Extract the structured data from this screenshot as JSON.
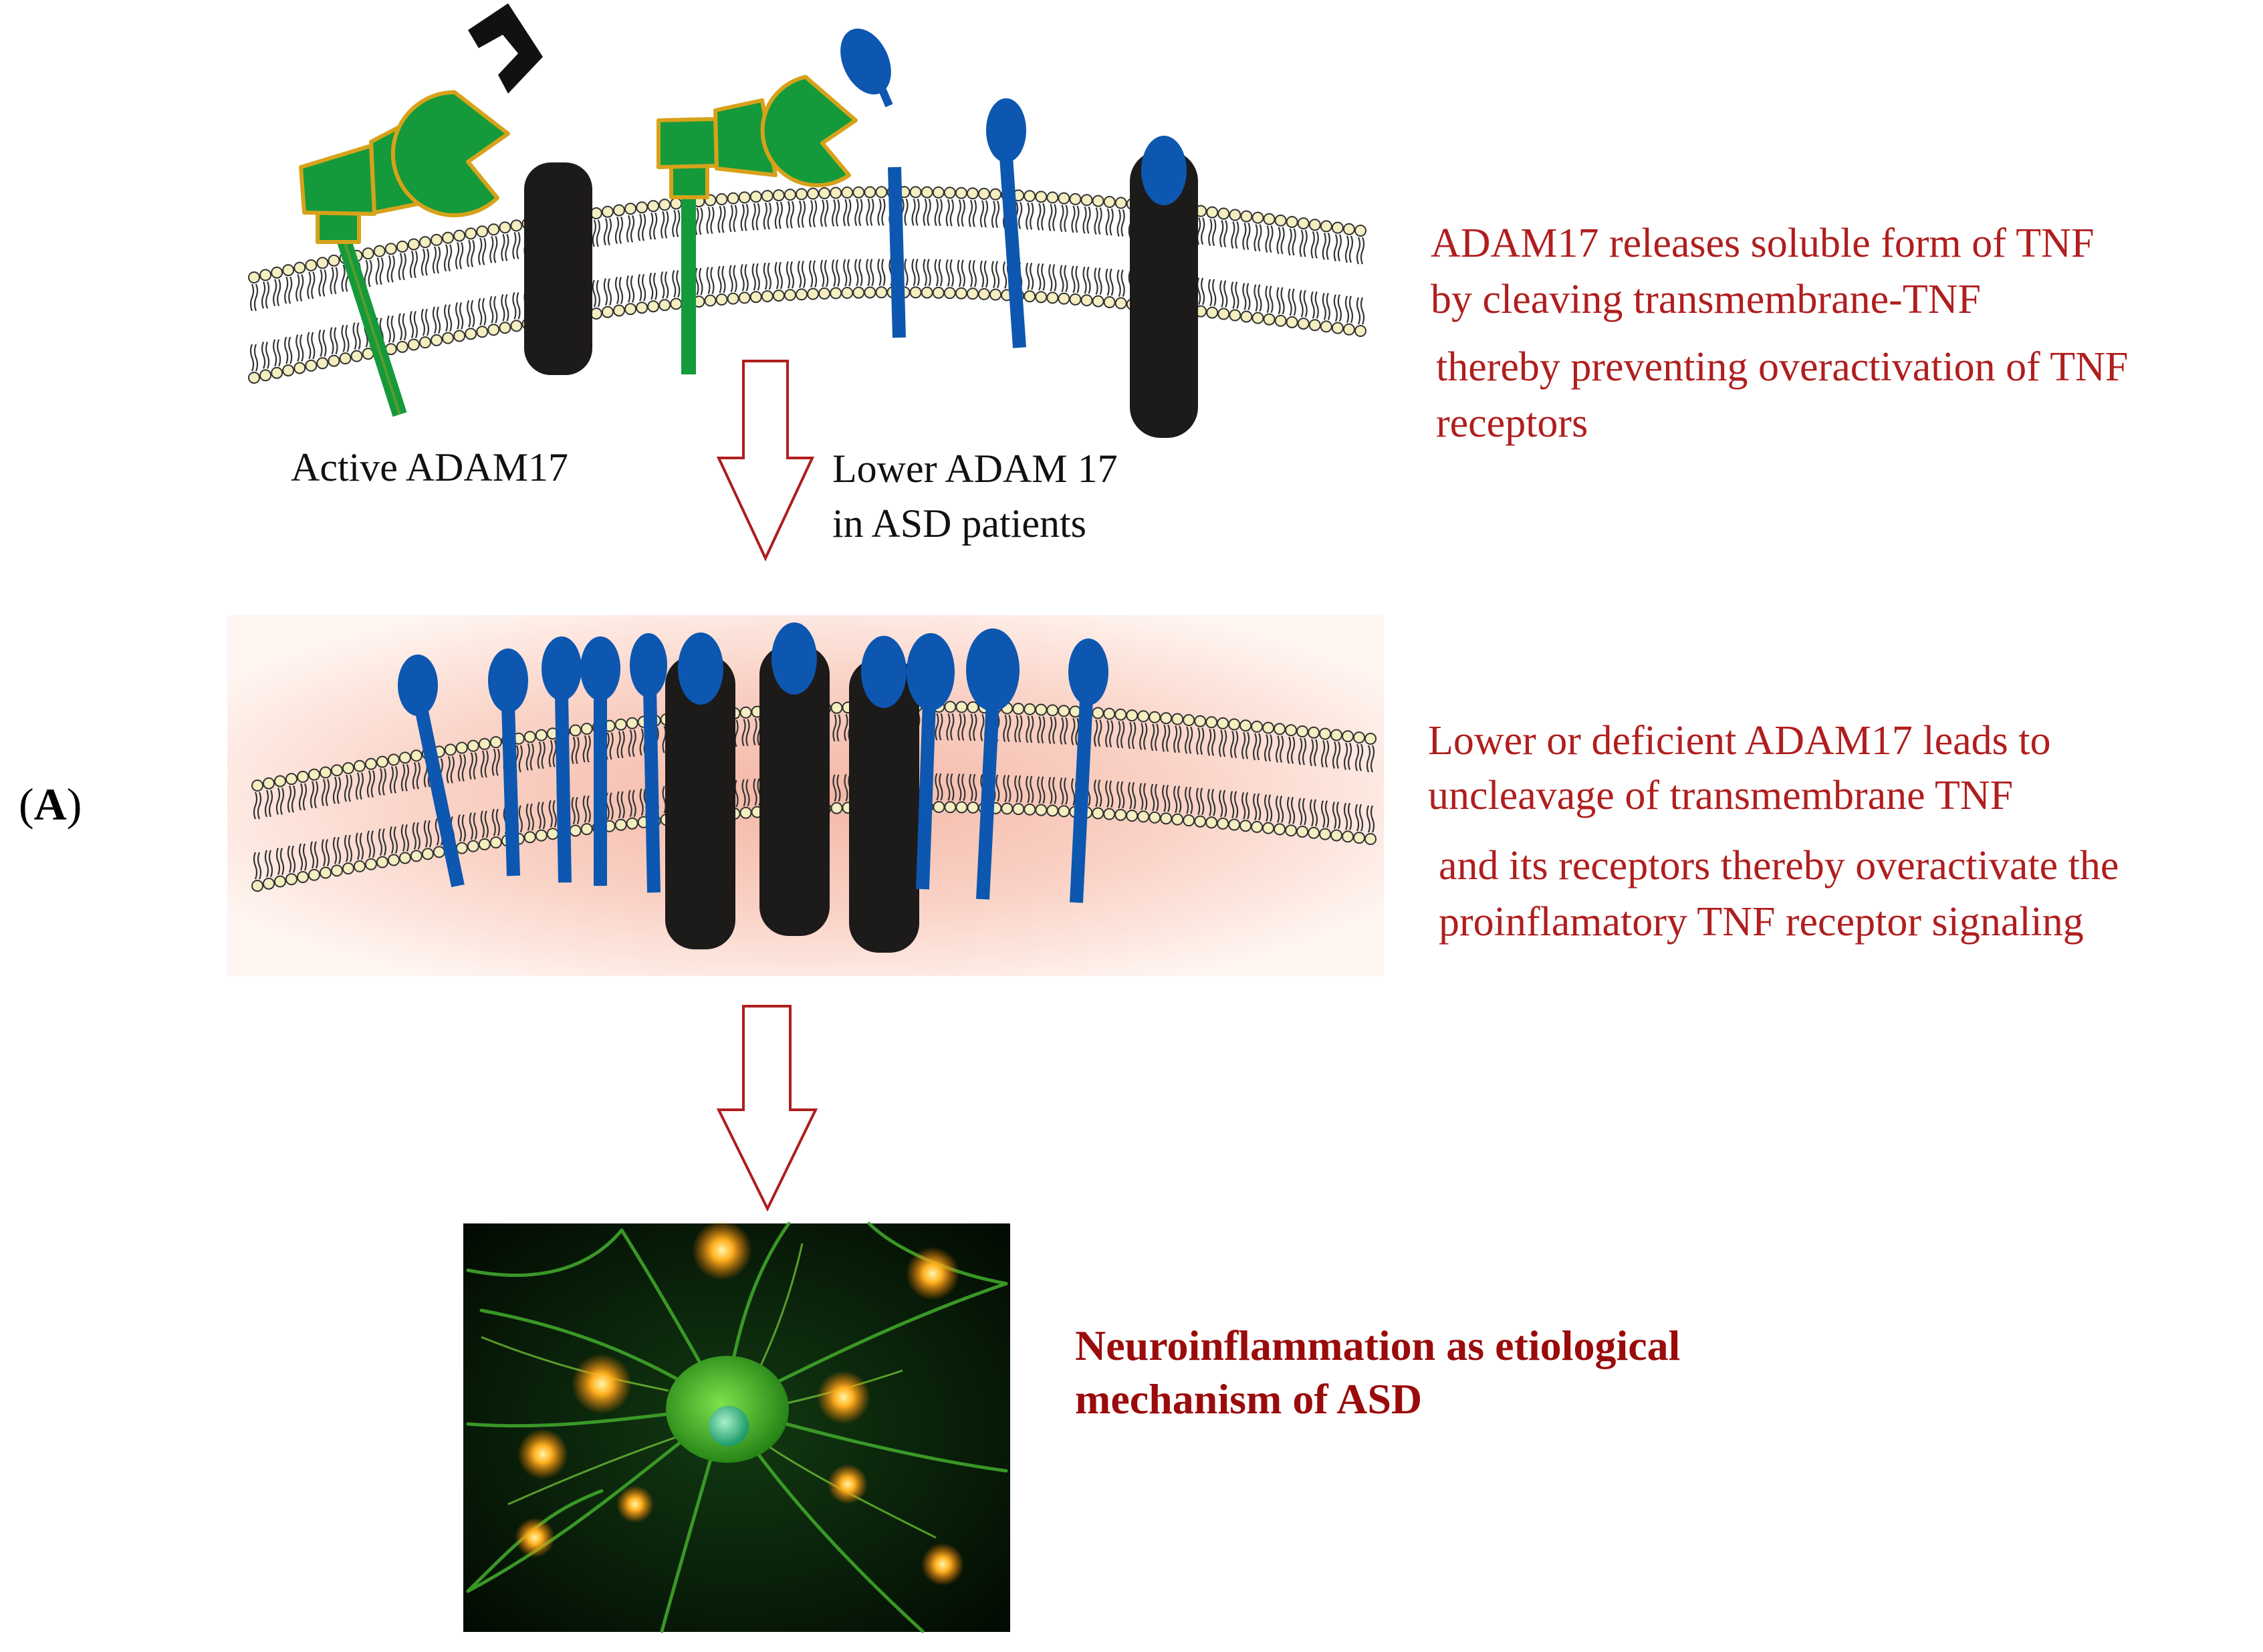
{
  "panel_label": {
    "open": "(",
    "letter": "A",
    "close": ")"
  },
  "labels": {
    "active_adam17": "Active ADAM17",
    "lower_adam17_line1": "Lower ADAM 17",
    "lower_adam17_line2": "in ASD patients"
  },
  "descriptions": {
    "top_line1": "ADAM17 releases soluble form of TNF",
    "top_line2": "by cleaving transmembrane-TNF",
    "top_line3": "thereby preventing overactivation of TNF",
    "top_line4": "receptors",
    "mid_line1": "Lower or  deficient  ADAM17 leads to",
    "mid_line2": "uncleavage of  transmembrane TNF",
    "mid_line3": "and its receptors thereby overactivate the",
    "mid_line4": "proinflamatory TNF receptor signaling",
    "bottom_line1": "Neuroinflammation as etiological",
    "bottom_line2": "mechanism of ASD"
  },
  "colors": {
    "adam17_green": "#149a3a",
    "adam17_outline": "#d7a21a",
    "tnf_blue": "#0d57b0",
    "receptor_black": "#1d1a1a",
    "text_red": "#b01e1e",
    "arrow_red": "#b01e1e",
    "lipid_head": "#f4eec0",
    "inflammation_glow": "#f7a48f"
  }
}
